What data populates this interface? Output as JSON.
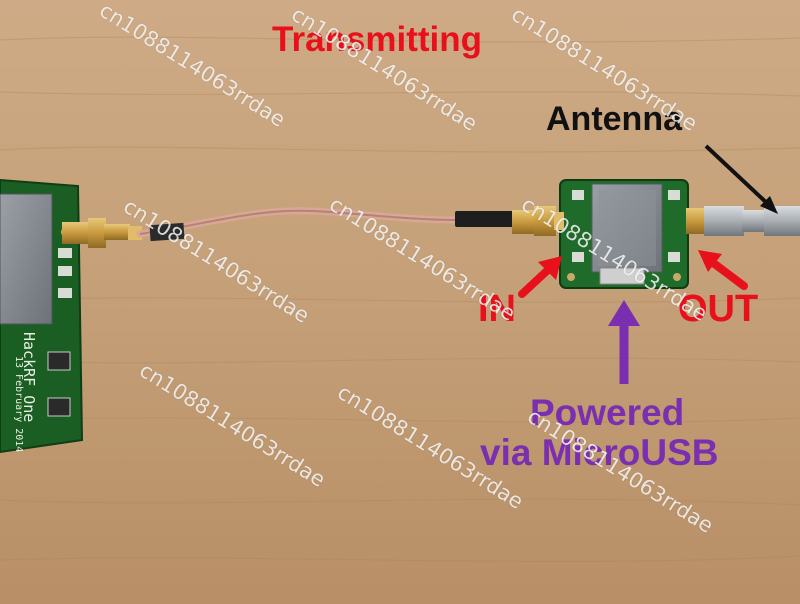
{
  "labels": {
    "title": "Transmitting",
    "antenna": "Antenna",
    "in": "IN",
    "out": "OUT",
    "powered_line1": "Powered",
    "powered_line2": "via MicroUSB"
  },
  "board": {
    "name": "HackRF One",
    "date": "13 February 2014"
  },
  "watermark": "cn1088114063rrdae",
  "colors": {
    "red": "#e8101a",
    "purple": "#7a2fb0",
    "black": "#111111",
    "pcb_green": "#1f6b2a",
    "table_wood": "#c9a47c"
  }
}
